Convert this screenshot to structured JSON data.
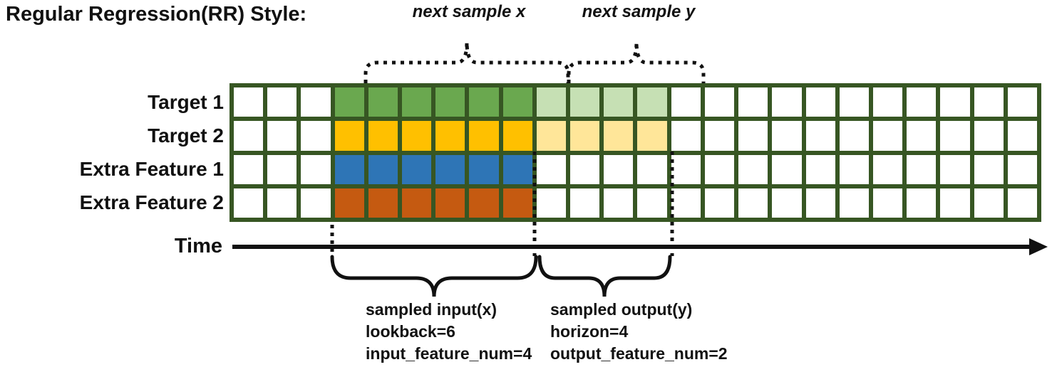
{
  "title": "Regular Regression(RR) Style:",
  "annotations": {
    "next_sample_x": "next sample x",
    "next_sample_y": "next sample y",
    "time_label": "Time",
    "input_label": [
      "sampled input(x)",
      "lookback=6",
      "input_feature_num=4"
    ],
    "output_label": [
      "sampled output(y)",
      "horizon=4",
      "output_feature_num=2"
    ]
  },
  "colors": {
    "grid_border": "#375623",
    "empty_cell": "#ffffff",
    "stroke": "#111111"
  },
  "grid": {
    "columns": 24,
    "input_start_col": 4,
    "lookback": 6,
    "horizon": 4,
    "input_feature_num": 4,
    "output_feature_num": 2,
    "rows": [
      {
        "label": "Target 1",
        "type": "target",
        "solid_color": "#6aa84f",
        "light_color": "#c6e0b4"
      },
      {
        "label": "Target 2",
        "type": "target",
        "solid_color": "#ffc000",
        "light_color": "#ffe699"
      },
      {
        "label": "Extra Feature 1",
        "type": "extra",
        "solid_color": "#2e75b6",
        "light_color": null
      },
      {
        "label": "Extra Feature 2",
        "type": "extra",
        "solid_color": "#c55a11",
        "light_color": null
      }
    ]
  }
}
